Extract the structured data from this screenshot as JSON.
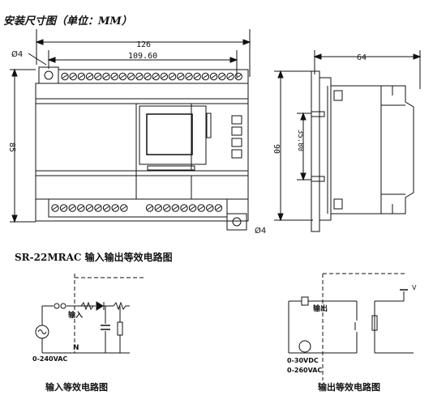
{
  "header": {
    "title": "安装尺寸图（单位：MM）"
  },
  "dimensions": {
    "width_overall": "126",
    "width_inner": "109.60",
    "height_overall": "85",
    "hole_top": "Ø4",
    "hole_bottom": "Ø4",
    "depth": "64",
    "side_height": "90",
    "rail_height": "35.80"
  },
  "diagram": {
    "model_caption": "SR-22MRAC 输入输出等效电路图",
    "input_label": "输入",
    "supply_label": "0-240VAC",
    "neutral_label": "N",
    "input_caption": "输入等效电路图",
    "output_label": "输出",
    "dc_range": "0-30VDC",
    "ac_range": "0-260VAC",
    "v_label": "V",
    "output_caption": "输出等效电路图"
  },
  "colors": {
    "line": "#111111",
    "background": "#ffffff"
  }
}
